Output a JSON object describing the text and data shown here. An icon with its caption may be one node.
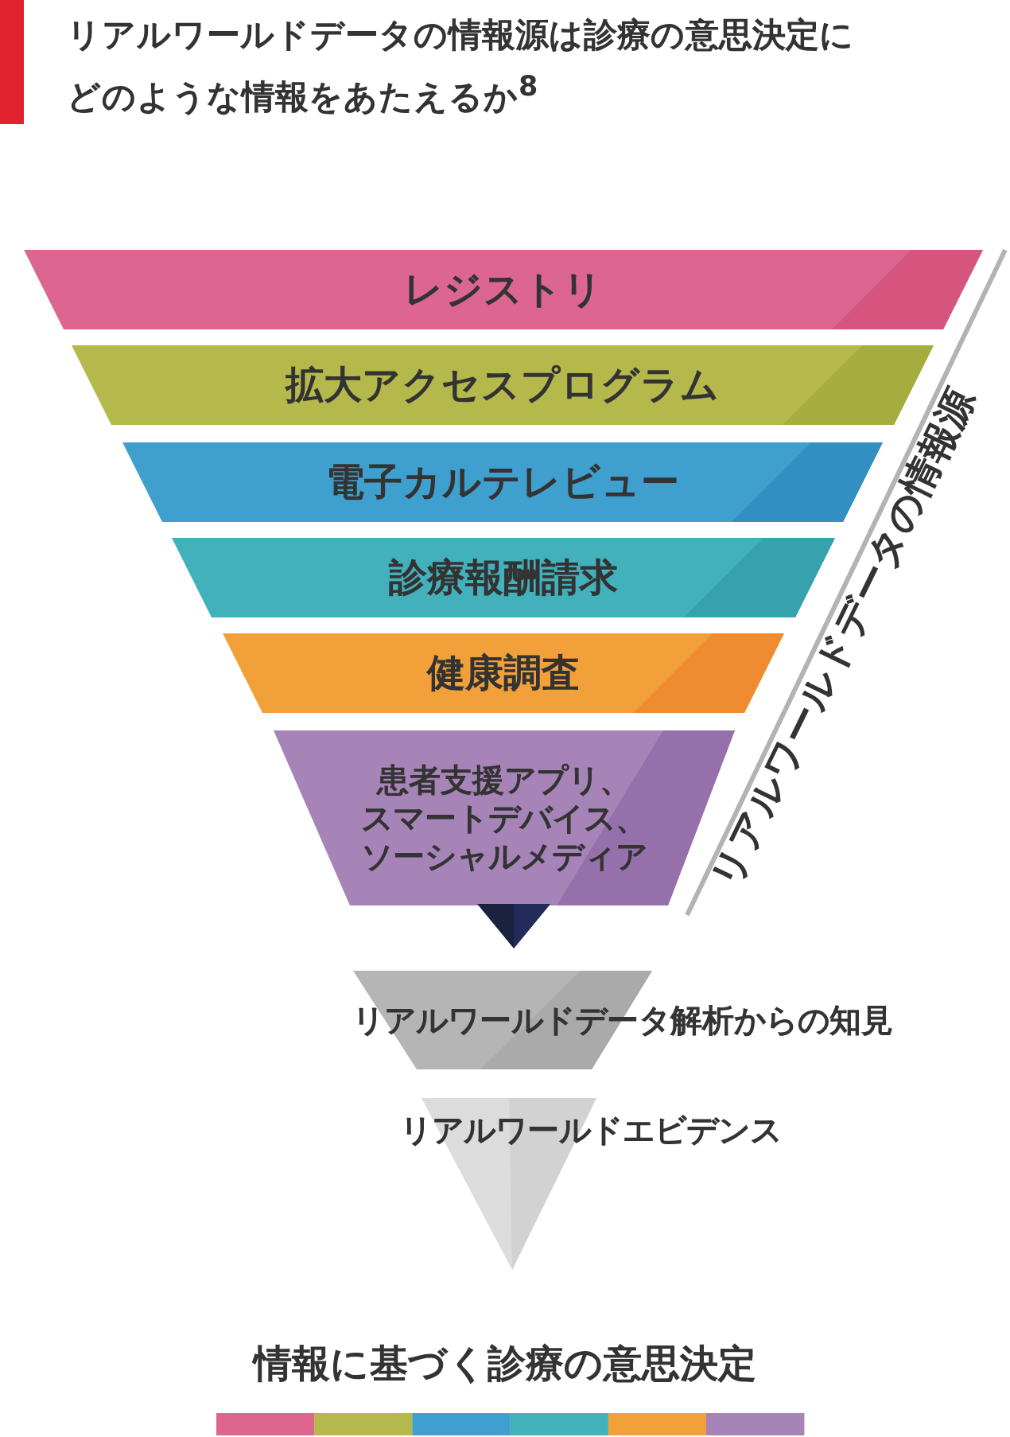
{
  "diagram": {
    "title": "リアルワールドデータの情報源は診療の意思決定にどのような情報をあたえるか$^{8}$",
    "nodes": [
      {
        "text": [
          "レジストリ"
        ]
      },
      {
        "text": [
          "拡大アクセスプログラム"
        ]
      },
      {
        "text": [
          "電子カルテレビュー"
        ]
      },
      {
        "text": [
          "診療報酬請求"
        ]
      },
      {
        "text": [
          "健康調査"
        ]
      },
      {
        "text": [
          "患者支援アプリ、スマートデバイス、ソーシャルメディア"
        ]
      },
      {
        "text": [],
        "shape": "triangle"
      },
      {
        "text": [
          "リアルワールドデータ解析からの知見"
        ]
      },
      {
        "text": [
          "リアルワールドエビデンス"
        ]
      }
    ],
    "labels": [
      "リアルワールドデータの情報源",
      "情報に基づく診療の意思決定"
    ]
  }
}
